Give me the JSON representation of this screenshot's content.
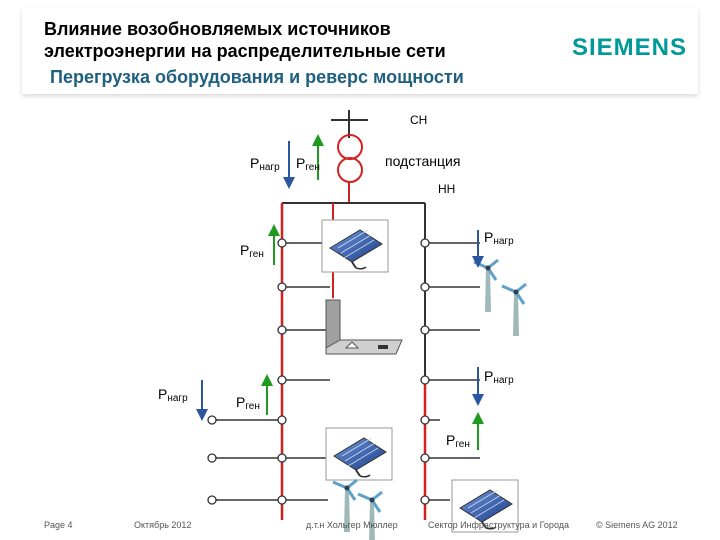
{
  "title": {
    "line1": "Влияние возобновляемых источников",
    "line2": "электроэнергии на распределительные сети",
    "subtitle": "Перегрузка оборудования и реверс мощности"
  },
  "brand": "SIEMENS",
  "diagram": {
    "label_sn": "СН",
    "label_nn": "НН",
    "label_substation": "подстанция",
    "p_letter": "P",
    "sub_load": "нагр",
    "sub_gen": "ген"
  },
  "footer": {
    "page": "Page 4",
    "date": "Октябрь 2012",
    "author": "д.т.н Хольгер Мюллер",
    "sector": "Сектор Инфраструктура и Города",
    "copyright": "© Siemens AG 2012"
  },
  "colors": {
    "red_line": "#d42020",
    "dark_line": "#333333",
    "load_arrow": "#2a55a0",
    "gen_arrow": "#1e9a1e",
    "brand": "#009999",
    "subtitle": "#1f5f80"
  }
}
